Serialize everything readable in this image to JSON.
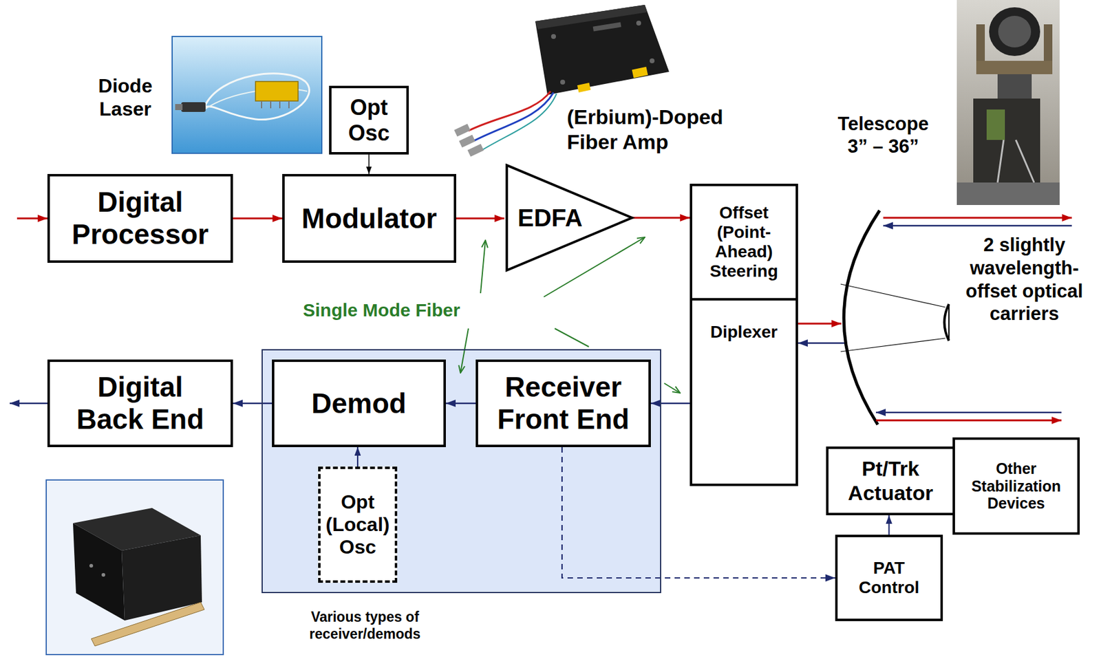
{
  "diagram": {
    "nodes": [
      {
        "text": [
          "Digital Processor"
        ]
      },
      {
        "text": [
          "Opt Osc"
        ]
      },
      {
        "text": [
          "Modulator"
        ]
      },
      {
        "text": [
          "EDFA"
        ]
      },
      {
        "text": [
          "Offset (Point-Ahead) Steering"
        ]
      },
      {
        "text": [
          "Diplexer"
        ]
      },
      {
        "text": [
          "Various types of receiver/demods"
        ]
      },
      {
        "text": [
          "Demod"
        ],
        "in": 6
      },
      {
        "text": [
          "Receiver Front End"
        ],
        "in": 6
      },
      {
        "text": [
          "Opt (Local) Osc"
        ],
        "in": 6
      },
      {
        "text": [
          "Digital Back End"
        ]
      },
      {
        "text": [
          "Pt/Trk Actuator"
        ]
      },
      {
        "text": [
          "Other Stabilization Devices"
        ]
      },
      {
        "text": [
          "PAT Control"
        ]
      }
    ],
    "edges": [
      {
        "from": 0,
        "to": 2,
        "arrow": "to"
      },
      {
        "from": 1,
        "to": 2,
        "arrow": "to"
      },
      {
        "from": 2,
        "to": 3,
        "arrow": "to"
      },
      {
        "from": 3,
        "to": 4,
        "arrow": "to"
      },
      {
        "from": 5,
        "to": 8,
        "arrow": "to"
      },
      {
        "from": 8,
        "to": 7,
        "arrow": "to"
      },
      {
        "from": 7,
        "to": 10,
        "arrow": "to"
      },
      {
        "from": 9,
        "to": 7,
        "arrow": "to"
      },
      {
        "from": 8,
        "to": 13,
        "arrow": "to"
      },
      {
        "from": 13,
        "to": 11,
        "arrow": "to"
      }
    ],
    "labels": [
      "Diode Laser",
      "(Erbium)-Doped Fiber Amp",
      "Single Mode Fiber",
      "Telescope 3” – 36”",
      "2 slightly wavelength-offset optical carriers"
    ]
  }
}
